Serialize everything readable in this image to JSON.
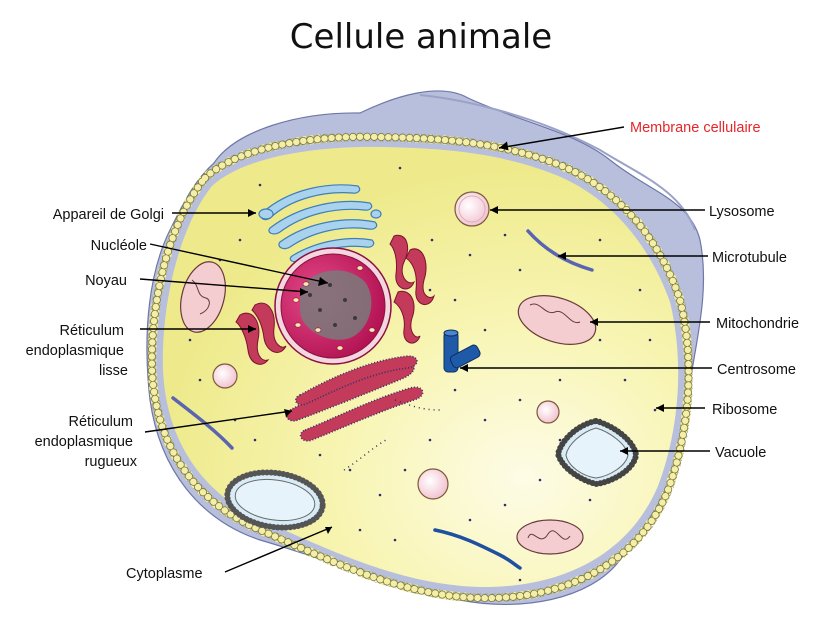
{
  "title": "Cellule animale",
  "labels": {
    "membrane": "Membrane cellulaire",
    "golgi": "Appareil de Golgi",
    "nucleole": "Nucléole",
    "noyau": "Noyau",
    "rel": [
      "Réticulum",
      "endoplasmique",
      "lisse"
    ],
    "rer": [
      "Réticulum",
      "endoplasmique",
      "rugueux"
    ],
    "cytoplasme": "Cytoplasme",
    "lysosome": "Lysosome",
    "microtubule": "Microtubule",
    "mitochondrie": "Mitochondrie",
    "centrosome": "Centrosome",
    "ribosome": "Ribosome",
    "vacuole": "Vacuole"
  },
  "colors": {
    "membrane_label": "#e5262a",
    "cytoplasm": "#f7f3a6",
    "outer_membrane": "#b3bad8",
    "nucleus": "#c2185b",
    "reticulum": "#c43a5a",
    "golgi": "#6fa8d6",
    "mitochondria": "#f4cdd0",
    "centrosome": "#1e5aa8",
    "microtubule": "#5a64b0"
  }
}
